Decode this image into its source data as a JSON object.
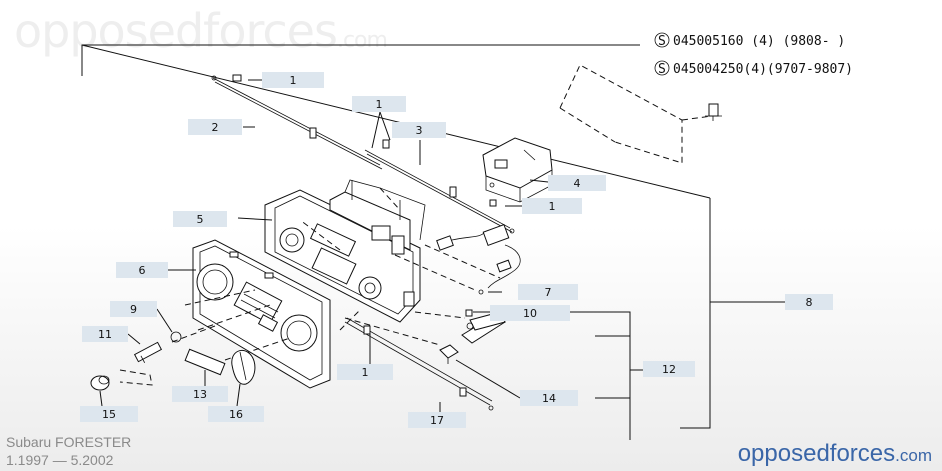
{
  "watermark": {
    "main": "opposedforces",
    "suffix": ".com"
  },
  "footer": {
    "model": "Subaru FORESTER",
    "years": "1.1997 — 5.2002",
    "brand_main": "opposedforces",
    "brand_suffix": ".com"
  },
  "codes": [
    {
      "circle": "S",
      "text": "045005160 (4) (9808-      )"
    },
    {
      "circle": "S",
      "text": "045004250(4)(9707-9807)"
    }
  ],
  "labels": [
    "1",
    "2",
    "1",
    "3",
    "4",
    "1",
    "5",
    "6",
    "7",
    "8",
    "9",
    "10",
    "11",
    "1",
    "12",
    "13",
    "14",
    "15",
    "16",
    "17"
  ]
}
